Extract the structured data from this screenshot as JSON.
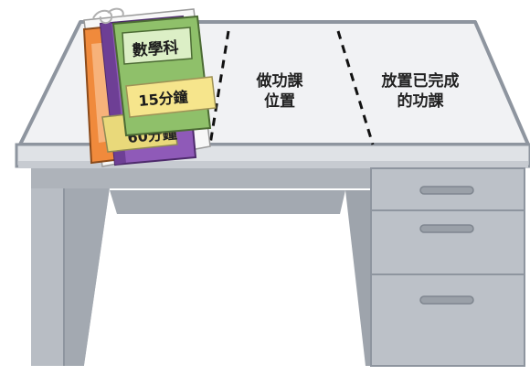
{
  "books": {
    "front_book": {
      "subject_label": "數學科",
      "sticky_note_label": "15分鐘"
    },
    "back_book_label": "60分鐘"
  },
  "desk_zones": {
    "work_area": {
      "line1": "做功課",
      "line2": "位置"
    },
    "done_area": {
      "line1": "放置已完成",
      "line2": "的功課"
    }
  },
  "colors": {
    "desk_top": "#f1f2f4",
    "desk_top_edge": "#8e959f",
    "desk_body": "#b8bdc4",
    "desk_body_dark": "#9ea4ac",
    "book_orange": "#f08a3c",
    "book_purple": "#8f5ab8",
    "book_green": "#8fc06a",
    "sticky_yellow": "#f6e58c"
  }
}
